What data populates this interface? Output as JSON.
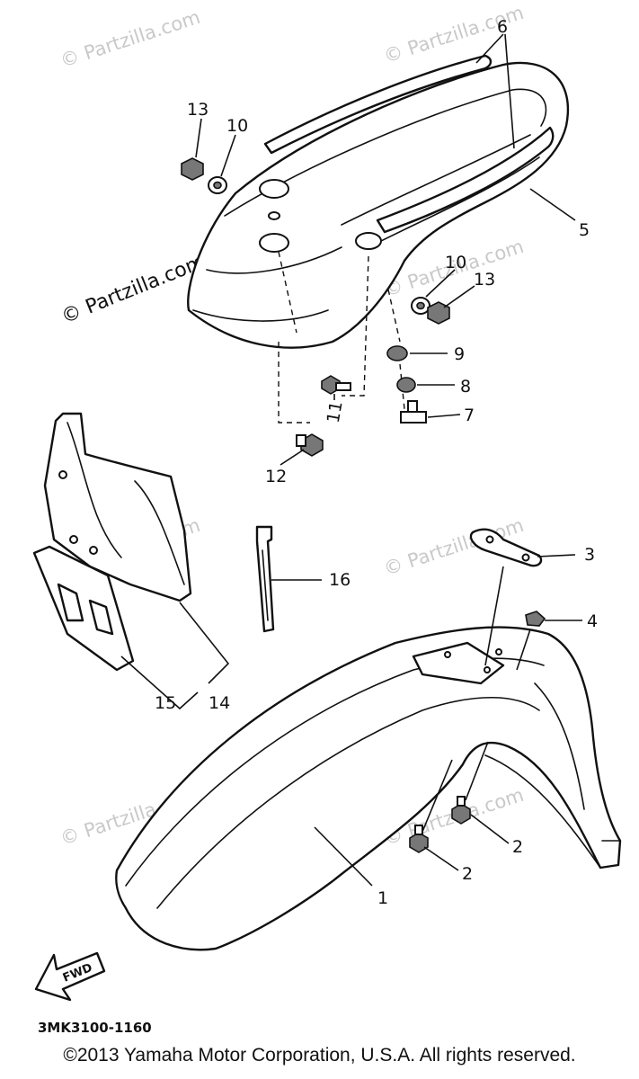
{
  "watermark": {
    "faint": "© Partzilla.com",
    "dark": "© Partzilla.com"
  },
  "callouts": {
    "c1": "1",
    "c2a": "2",
    "c2b": "2",
    "c3": "3",
    "c4": "4",
    "c5": "5",
    "c6": "6",
    "c7": "7",
    "c8": "8",
    "c9": "9",
    "c10a": "10",
    "c10b": "10",
    "c11": "11",
    "c12": "12",
    "c13a": "13",
    "c13b": "13",
    "c14": "14",
    "c15": "15",
    "c16": "16"
  },
  "direction_arrow": {
    "label": "FWD"
  },
  "diagram_code": "3MK3100-1160",
  "copyright": "©2013  Yamaha Motor Corporation, U.S.A. All rights reserved."
}
